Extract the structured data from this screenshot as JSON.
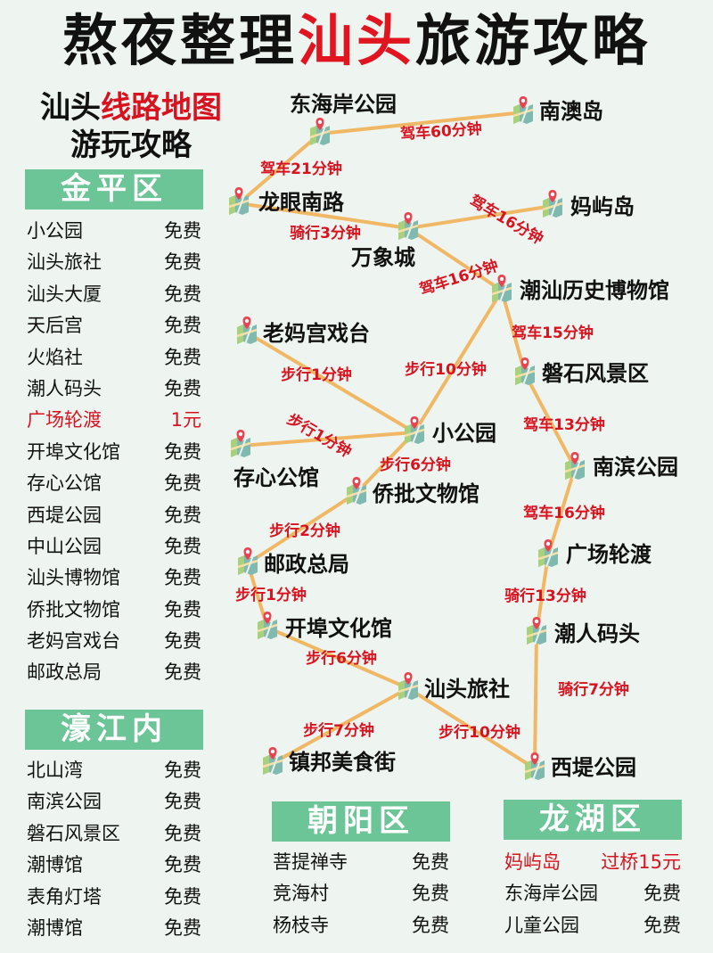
{
  "title": {
    "part1": "熬夜整理",
    "part2": "汕头",
    "part3": "旅游攻略"
  },
  "subtitle": {
    "part1": "汕头",
    "part2": "线路地图",
    "line2": "游玩攻略"
  },
  "colors": {
    "accent_red": "#e0151f",
    "band_green": "#6cc596",
    "route_orange": "#f0b765",
    "background": "#eef5f1"
  },
  "districts": {
    "jinping": {
      "name": "金平区",
      "items": [
        {
          "name": "小公园",
          "price": "免费"
        },
        {
          "name": "汕头旅社",
          "price": "免费"
        },
        {
          "name": "汕头大厦",
          "price": "免费"
        },
        {
          "name": "天后宫",
          "price": "免费"
        },
        {
          "name": "火焰社",
          "price": "免费"
        },
        {
          "name": "潮人码头",
          "price": "免费"
        },
        {
          "name": "广场轮渡",
          "price": "1元",
          "highlight": true
        },
        {
          "name": "开埠文化馆",
          "price": "免费"
        },
        {
          "name": "存心公馆",
          "price": "免费"
        },
        {
          "name": "西堤公园",
          "price": "免费"
        },
        {
          "name": "中山公园",
          "price": "免费"
        },
        {
          "name": "汕头博物馆",
          "price": "免费"
        },
        {
          "name": "侨批文物馆",
          "price": "免费"
        },
        {
          "name": "老妈宫戏台",
          "price": "免费"
        },
        {
          "name": "邮政总局",
          "price": "免费"
        }
      ]
    },
    "haojiang": {
      "name": "濠江内",
      "items": [
        {
          "name": "北山湾",
          "price": "免费"
        },
        {
          "name": "南滨公园",
          "price": "免费"
        },
        {
          "name": "磐石风景区",
          "price": "免费"
        },
        {
          "name": "潮博馆",
          "price": "免费"
        },
        {
          "name": "表角灯塔",
          "price": "免费"
        },
        {
          "name": "潮博馆",
          "price": "免费"
        }
      ]
    },
    "chaoyang": {
      "name": "朝阳区",
      "items": [
        {
          "name": "菩提禅寺",
          "price": "免费"
        },
        {
          "name": "竞海村",
          "price": "免费"
        },
        {
          "name": "杨枝寺",
          "price": "免费"
        }
      ]
    },
    "longhu": {
      "name": "龙湖区",
      "items": [
        {
          "name": "妈屿岛",
          "price": "过桥15元",
          "highlight": true
        },
        {
          "name": "东海岸公园",
          "price": "免费"
        },
        {
          "name": "儿童公园",
          "price": "免费"
        }
      ]
    }
  },
  "map": {
    "nodes": [
      {
        "id": "donghaian",
        "label": "东海岸公园"
      },
      {
        "id": "nanao",
        "label": "南澳岛"
      },
      {
        "id": "longyan",
        "label": "龙眼南路"
      },
      {
        "id": "mayu",
        "label": "妈屿岛"
      },
      {
        "id": "wanxiang",
        "label": "万象城"
      },
      {
        "id": "chaoshan",
        "label": "潮汕历史博物馆"
      },
      {
        "id": "laomagong",
        "label": "老妈宫戏台"
      },
      {
        "id": "panshi",
        "label": "磐石风景区"
      },
      {
        "id": "xiaogongyuan",
        "label": "小公园"
      },
      {
        "id": "cunxin",
        "label": "存心公馆"
      },
      {
        "id": "nanbin",
        "label": "南滨公园"
      },
      {
        "id": "qiaopi",
        "label": "侨批文物馆"
      },
      {
        "id": "guangchang",
        "label": "广场轮渡"
      },
      {
        "id": "youzheng",
        "label": "邮政总局"
      },
      {
        "id": "chaoren",
        "label": "潮人码头"
      },
      {
        "id": "kaibu",
        "label": "开埠文化馆"
      },
      {
        "id": "lvshe",
        "label": "汕头旅社"
      },
      {
        "id": "zhenbang",
        "label": "镇邦美食街"
      },
      {
        "id": "xidi",
        "label": "西堤公园"
      }
    ],
    "routes": [
      {
        "from": "donghaian",
        "to": "nanao",
        "label": "驾车60分钟"
      },
      {
        "from": "donghaian",
        "to": "longyan",
        "label": "驾车21分钟"
      },
      {
        "from": "longyan",
        "to": "wanxiang",
        "label": "骑行3分钟"
      },
      {
        "from": "wanxiang",
        "to": "mayu",
        "label": "驾车16分钟"
      },
      {
        "from": "wanxiang",
        "to": "chaoshan",
        "label": "驾车16分钟"
      },
      {
        "from": "chaoshan",
        "to": "panshi",
        "label": "驾车15分钟"
      },
      {
        "from": "chaoshan",
        "to": "xiaogongyuan",
        "label": "步行10分钟"
      },
      {
        "from": "laomagong",
        "to": "xiaogongyuan",
        "label": "步行1分钟"
      },
      {
        "from": "cunxin",
        "to": "xiaogongyuan",
        "label": "步行1分钟"
      },
      {
        "from": "panshi",
        "to": "nanbin",
        "label": "驾车13分钟"
      },
      {
        "from": "xiaogongyuan",
        "to": "qiaopi",
        "label": "步行6分钟"
      },
      {
        "from": "nanbin",
        "to": "guangchang",
        "label": "驾车16分钟"
      },
      {
        "from": "qiaopi",
        "to": "youzheng",
        "label": "步行2分钟"
      },
      {
        "from": "guangchang",
        "to": "chaoren",
        "label": "骑行13分钟"
      },
      {
        "from": "youzheng",
        "to": "kaibu",
        "label": "步行1分钟"
      },
      {
        "from": "chaoren",
        "to": "xidi",
        "label": "骑行7分钟"
      },
      {
        "from": "kaibu",
        "to": "lvshe",
        "label": "步行6分钟"
      },
      {
        "from": "lvshe",
        "to": "zhenbang",
        "label": "步行7分钟"
      },
      {
        "from": "lvshe",
        "to": "xidi",
        "label": "步行10分钟"
      }
    ]
  }
}
